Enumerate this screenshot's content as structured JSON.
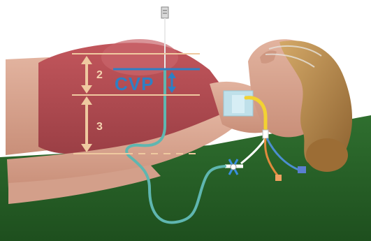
{
  "labels": {
    "segment_upper": "2",
    "segment_lower": "3",
    "cvp": "CVP"
  },
  "colors": {
    "background": "#ffffff",
    "table": "#2d6a2d",
    "skin": "#d8a48f",
    "torso": "#b54b52",
    "hair": "#b88a4a",
    "measure": "#efc9a0",
    "cvp": "#2e7fc4",
    "tubing": "#5fb6b0",
    "catheter_yellow": "#f2d232",
    "dressing": "#bfe0ea"
  },
  "icons": [
    "transducer-icon",
    "stopcock-icon",
    "catheter-hub-icon"
  ]
}
